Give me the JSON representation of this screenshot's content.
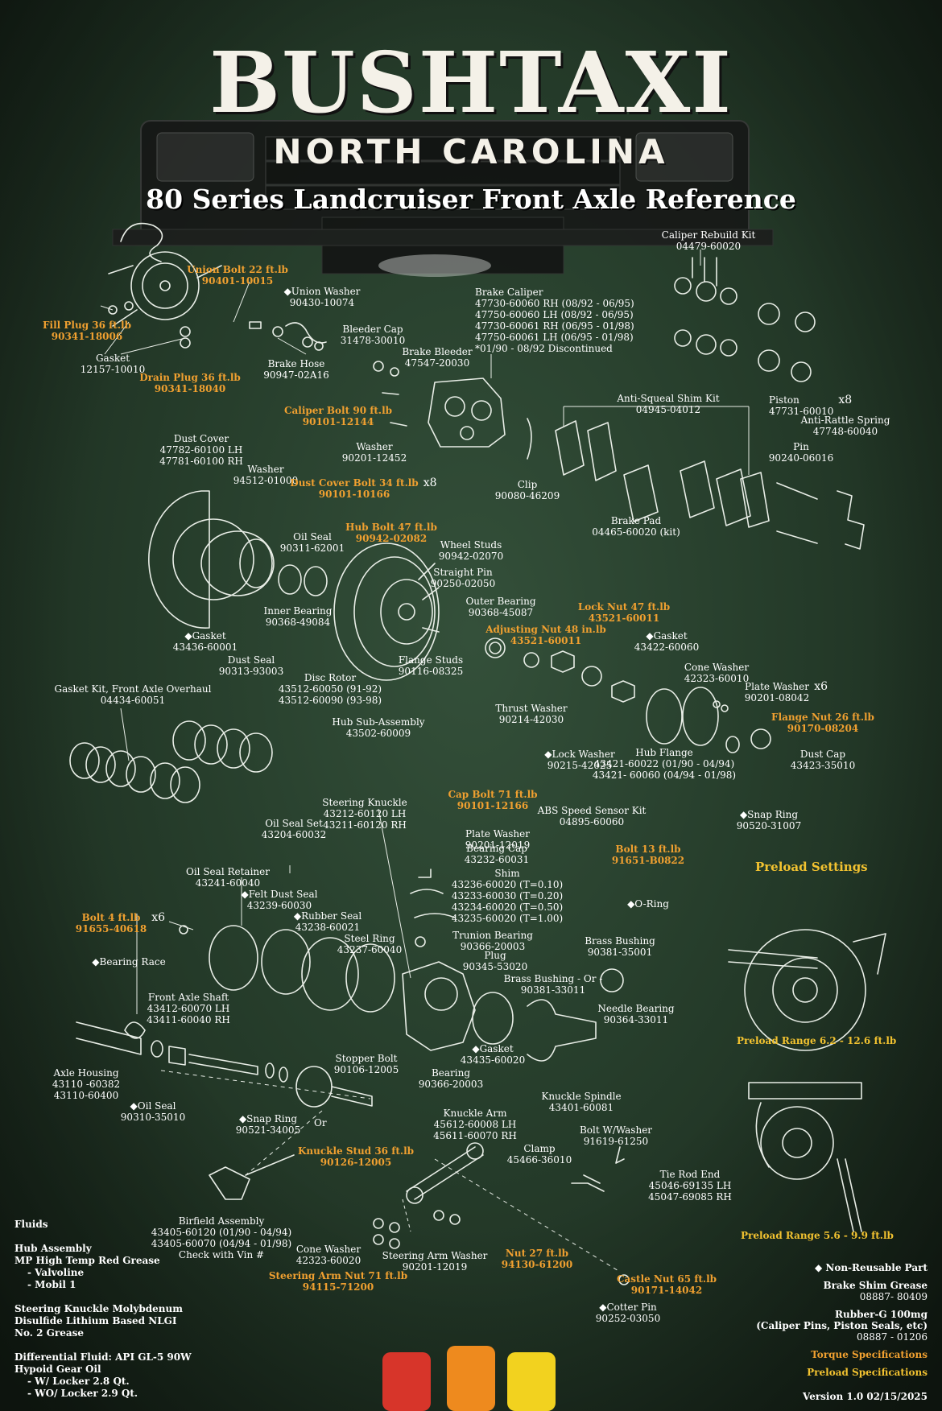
{
  "header": {
    "brand": "BUSHTAXI",
    "location": "NORTH CAROLINA",
    "title": "80 Series Landcruiser Front Axle Reference"
  },
  "colors": {
    "background": "#263d2b",
    "torque_label": "#f0a030",
    "preload_label": "#f2c230",
    "line_art": "#e8ede6",
    "stripes": [
      "#d7352a",
      "#ee8a1e",
      "#f2d21f"
    ]
  },
  "parts": [
    {
      "id": "union-bolt",
      "name": "Union Bolt 22 ft.lb",
      "pn": "90401-10015",
      "torque": true
    },
    {
      "id": "union-washer",
      "name": "Union Washer",
      "pn": "90430-10074",
      "nonReusable": true
    },
    {
      "id": "fill-plug",
      "name": "Fill Plug 36 ft.lb",
      "pn": "90341-18006",
      "torque": true
    },
    {
      "id": "gasket-plug",
      "name": "Gasket",
      "pn": "12157-10010"
    },
    {
      "id": "drain-plug",
      "name": "Drain Plug 36 ft.lb",
      "pn": "90341-18040",
      "torque": true
    },
    {
      "id": "brake-hose",
      "name": "Brake Hose",
      "pn": "90947-02A16"
    },
    {
      "id": "bleeder-cap",
      "name": "Bleeder Cap",
      "pn": "31478-30010"
    },
    {
      "id": "brake-bleeder",
      "name": "Brake Bleeder",
      "pn": "47547-20030"
    },
    {
      "id": "brake-caliper",
      "name": "Brake Caliper",
      "pn": "47730-60060 RH (08/92 - 06/95)\n47750-60060 LH (08/92 - 06/95)\n47730-60061 RH (06/95 - 01/98)\n47750-60061 LH (06/95 - 01/98)\n*01/90 - 08/92 Discontinued"
    },
    {
      "id": "caliper-rebuild-kit",
      "name": "Caliper Rebuild Kit",
      "pn": "04479-60020"
    },
    {
      "id": "piston",
      "name": "Piston",
      "pn": "47731-60010",
      "qty": "x8"
    },
    {
      "id": "anti-squeal-shim-kit",
      "name": "Anti-Squeal Shim Kit",
      "pn": "04945-04012"
    },
    {
      "id": "anti-rattle-spring",
      "name": "Anti-Rattle Spring",
      "pn": "47748-60040"
    },
    {
      "id": "pin",
      "name": "Pin",
      "pn": "90240-06016"
    },
    {
      "id": "caliper-bolt",
      "name": "Caliper Bolt 90 ft.lb",
      "pn": "90101-12144",
      "torque": true
    },
    {
      "id": "washer-caliper",
      "name": "Washer",
      "pn": "90201-12452"
    },
    {
      "id": "clip",
      "name": "Clip",
      "pn": "90080-46209"
    },
    {
      "id": "brake-pad",
      "name": "Brake Pad",
      "pn": "04465-60020 (kit)"
    },
    {
      "id": "dust-cover",
      "name": "Dust Cover",
      "pn": "47782-60100 LH\n47781-60100 RH"
    },
    {
      "id": "washer-dust",
      "name": "Washer",
      "pn": "94512-01000"
    },
    {
      "id": "dust-cover-bolt",
      "name": "Dust Cover Bolt 34 ft.lb",
      "pn": "90101-10166",
      "torque": true,
      "qty": "x8"
    },
    {
      "id": "oil-seal-hub",
      "name": "Oil Seal",
      "pn": "90311-62001"
    },
    {
      "id": "hub-bolt",
      "name": "Hub Bolt 47 ft.lb",
      "pn": "90942-02082",
      "torque": true
    },
    {
      "id": "wheel-studs",
      "name": "Wheel Studs",
      "pn": "90942-02070"
    },
    {
      "id": "straight-pin",
      "name": "Straight Pin",
      "pn": "90250-02050"
    },
    {
      "id": "inner-bearing",
      "name": "Inner Bearing",
      "pn": "90368-49084"
    },
    {
      "id": "gasket-hub",
      "name": "Gasket",
      "pn": "43436-60001",
      "nonReusable": true
    },
    {
      "id": "dust-seal",
      "name": "Dust Seal",
      "pn": "90313-93003"
    },
    {
      "id": "disc-rotor",
      "name": "Disc Rotor",
      "pn": "43512-60050 (91-92)\n43512-60090 (93-98)"
    },
    {
      "id": "flange-studs",
      "name": "Flange Studs",
      "pn": "90116-08325"
    },
    {
      "id": "hub-sub-assembly",
      "name": "Hub Sub-Assembly",
      "pn": "43502-60009"
    },
    {
      "id": "outer-bearing",
      "name": "Outer Bearing",
      "pn": "90368-45087"
    },
    {
      "id": "lock-nut",
      "name": "Lock Nut 47 ft.lb",
      "pn": "43521-60011",
      "torque": true
    },
    {
      "id": "adjusting-nut",
      "name": "Adjusting Nut 48 in.lb",
      "pn": "43521-60011",
      "torque": true
    },
    {
      "id": "gasket-flange",
      "name": "Gasket",
      "pn": "43422-60060",
      "nonReusable": true
    },
    {
      "id": "cone-washer-hub",
      "name": "Cone Washer",
      "pn": "42323-60010"
    },
    {
      "id": "plate-washer-hub",
      "name": "Plate Washer",
      "pn": "90201-08042",
      "qty": "x6"
    },
    {
      "id": "flange-nut",
      "name": "Flange Nut 26 ft.lb",
      "pn": "90170-08204",
      "torque": true
    },
    {
      "id": "thrust-washer",
      "name": "Thrust Washer",
      "pn": "90214-42030"
    },
    {
      "id": "lock-washer",
      "name": "Lock Washer",
      "pn": "90215-42025",
      "nonReusable": true
    },
    {
      "id": "hub-flange",
      "name": "Hub Flange",
      "pn": "43421-60022 (01/90 - 04/94)\n43421- 60060 (04/94 - 01/98)"
    },
    {
      "id": "dust-cap",
      "name": "Dust Cap",
      "pn": "43423-35010"
    },
    {
      "id": "gasket-kit",
      "name": "Gasket Kit, Front Axle Overhaul",
      "pn": "04434-60051"
    },
    {
      "id": "snap-ring-hub",
      "name": "Snap Ring",
      "pn": "90520-31007",
      "nonReusable": true
    },
    {
      "id": "steering-knuckle",
      "name": "Steering Knuckle",
      "pn": "43212-60120 LH\n43211-60120 RH"
    },
    {
      "id": "cap-bolt",
      "name": "Cap Bolt 71 ft.lb",
      "pn": "90101-12166",
      "torque": true
    },
    {
      "id": "plate-washer-cap",
      "name": "Plate Washer",
      "pn": "90201-12019"
    },
    {
      "id": "abs-kit",
      "name": "ABS Speed Sensor Kit",
      "pn": "04895-60060"
    },
    {
      "id": "bolt-13",
      "name": "Bolt 13 ft.lb",
      "pn": "91651-B0822",
      "torque": true
    },
    {
      "id": "o-ring",
      "name": "O-Ring",
      "pn": "",
      "nonReusable": true
    },
    {
      "id": "oil-seal-set",
      "name": "Oil Seal Set",
      "pn": "43204-60032"
    },
    {
      "id": "bearing-cap",
      "name": "Bearing Cap",
      "pn": "43232-60031"
    },
    {
      "id": "shim",
      "name": "Shim",
      "pn": "43236-60020 (T=0.10)\n43233-60030 (T=0.20)\n43234-60020 (T=0.50)\n43235-60020 (T=1.00)"
    },
    {
      "id": "oil-seal-retainer",
      "name": "Oil Seal Retainer",
      "pn": "43241-60040"
    },
    {
      "id": "felt-dust-seal",
      "name": "Felt Dust Seal",
      "pn": "43239-60030",
      "nonReusable": true
    },
    {
      "id": "rubber-seal",
      "name": "Rubber Seal",
      "pn": "43238-60021",
      "nonReusable": true
    },
    {
      "id": "bolt-4",
      "name": "Bolt 4 ft.lb",
      "pn": "91655-40618",
      "torque": true,
      "qty": "x6"
    },
    {
      "id": "steel-ring",
      "name": "Steel Ring",
      "pn": "43237-60040"
    },
    {
      "id": "trunion-bearing",
      "name": "Trunion Bearing",
      "pn": "90366-20003"
    },
    {
      "id": "plug",
      "name": "Plug",
      "pn": "90345-53020"
    },
    {
      "id": "brass-bushing",
      "name": "Brass Bushing",
      "pn": "90381-35001"
    },
    {
      "id": "brass-bushing-or",
      "name": "Brass Bushing - Or -",
      "pn": "90381-33011"
    },
    {
      "id": "needle-bearing",
      "name": "Needle Bearing",
      "pn": "90364-33011"
    },
    {
      "id": "bearing-race",
      "name": "Bearing Race",
      "pn": "",
      "nonReusable": true
    },
    {
      "id": "front-axle-shaft",
      "name": "Front Axle Shaft",
      "pn": "43412-60070 LH\n43411-60040 RH"
    },
    {
      "id": "gasket-spindle",
      "name": "Gasket",
      "pn": "43435-60020",
      "nonReusable": true
    },
    {
      "id": "stopper-bolt",
      "name": "Stopper Bolt",
      "pn": "90106-12005"
    },
    {
      "id": "axle-housing",
      "name": "Axle Housing",
      "pn": "43110 -60382\n43110-60400"
    },
    {
      "id": "oil-seal-axle",
      "name": "Oil Seal",
      "pn": "90310-35010",
      "nonReusable": true
    },
    {
      "id": "bearing-knuckle",
      "name": "Bearing",
      "pn": "90366-20003"
    },
    {
      "id": "knuckle-spindle",
      "name": "Knuckle Spindle",
      "pn": "43401-60081"
    },
    {
      "id": "snap-ring-axle",
      "name": "Snap Ring",
      "pn": "90521-34005",
      "nonReusable": true
    },
    {
      "id": "knuckle-arm",
      "name": "Knuckle Arm",
      "pn": "45612-60008 LH\n45611-60070 RH"
    },
    {
      "id": "knuckle-stud",
      "name": "Knuckle Stud 36 ft.lb",
      "pn": "90126-12005",
      "torque": true
    },
    {
      "id": "bolt-washer",
      "name": "Bolt W/Washer",
      "pn": "91619-61250"
    },
    {
      "id": "clamp",
      "name": "Clamp",
      "pn": "45466-36010"
    },
    {
      "id": "tie-rod-end",
      "name": "Tie Rod End",
      "pn": "45046-69135 LH\n45047-69085 RH"
    },
    {
      "id": "birfield-assembly",
      "name": "Birfield Assembly",
      "pn": "43405-60120 (01/90 - 04/94)\n43405-60070 (04/94 - 01/98)\nCheck with Vin #"
    },
    {
      "id": "cone-washer-arm",
      "name": "Cone Washer",
      "pn": "42323-60020"
    },
    {
      "id": "steering-arm-washer",
      "name": "Steering Arm Washer",
      "pn": "90201-12019"
    },
    {
      "id": "steering-arm-nut",
      "name": "Steering Arm Nut 71 ft.lb",
      "pn": "94115-71200",
      "torque": true
    },
    {
      "id": "nut-27",
      "name": "Nut 27 ft.lb",
      "pn": "94130-61200",
      "torque": true
    },
    {
      "id": "castle-nut",
      "name": "Castle Nut 65 ft.lb",
      "pn": "90171-14042",
      "torque": true
    },
    {
      "id": "cotter-pin",
      "name": "Cotter Pin",
      "pn": "90252-03050",
      "nonReusable": true
    }
  ],
  "annotations": {
    "or": "Or"
  },
  "fluids": {
    "title": "Fluids",
    "hub_title": "Hub Assembly",
    "hub_line": "MP High Temp Red Grease",
    "hub_items": [
      "- Valvoline",
      "- Mobil 1"
    ],
    "knuckle_lines": [
      "Steering Knuckle Molybdenum",
      "Disulfide Lithium Based NLGI",
      "No. 2 Grease"
    ],
    "diff_lines": [
      "Differential Fluid: API GL-5 90W",
      "Hypoid Gear Oil"
    ],
    "diff_items": [
      "- W/ Locker 2.8 Qt.",
      "- WO/ Locker 2.9 Qt."
    ]
  },
  "preload": {
    "title": "Preload Settings",
    "range1": "Preload Range 6.2 - 12.6 ft.lb",
    "range2": "Preload Range 5.6 - 9.9 ft.lb"
  },
  "legend": {
    "non_reusable": "Non-Reusable Part",
    "shim_grease_name": "Brake Shim Grease",
    "shim_grease_pn": "08887- 80409",
    "rubber_grease_name": "Rubber-G 100mg",
    "rubber_grease_desc": "(Caliper Pins, Piston Seals, etc)",
    "rubber_grease_pn": "08887 - 01206",
    "torque_spec": "Torque Specifications",
    "preload_spec": "Preload Specifications"
  },
  "version": "Version 1.0 02/15/2025"
}
